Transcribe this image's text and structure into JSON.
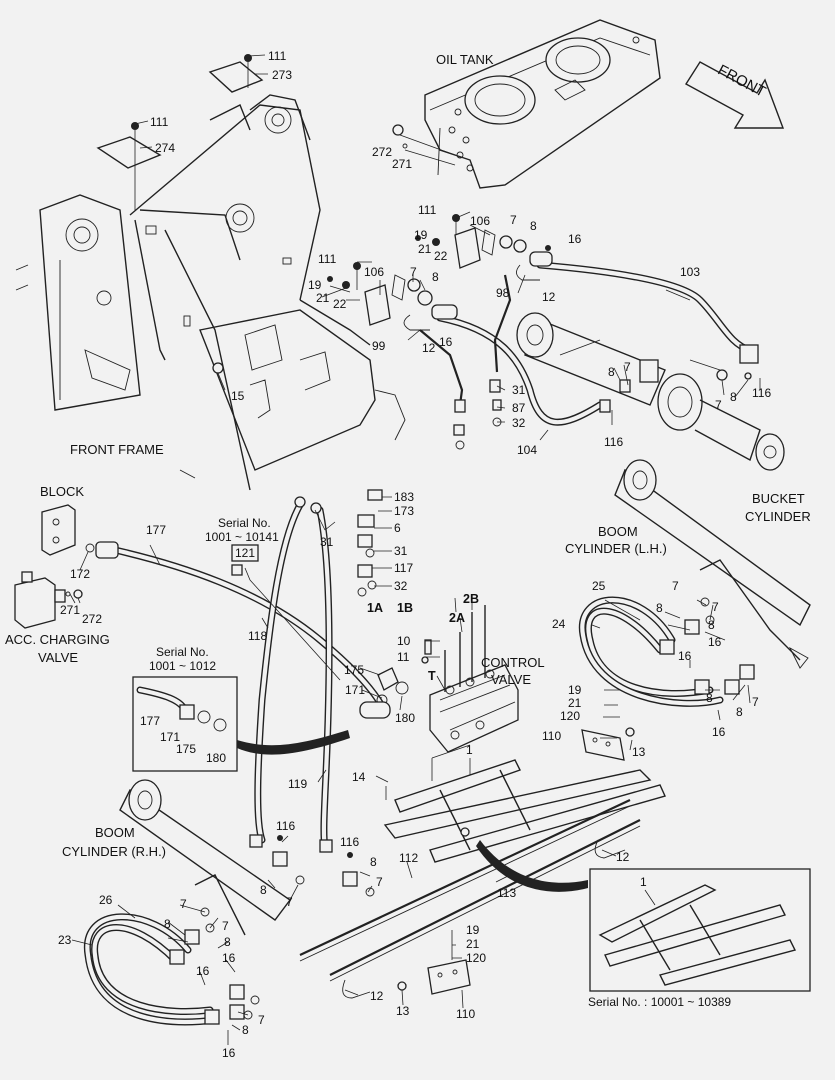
{
  "labels": {
    "oil_tank": "OIL TANK",
    "front": "FRONT",
    "front_frame": "FRONT FRAME",
    "block": "BLOCK",
    "acc_charging_valve_1": "ACC. CHARGING",
    "acc_charging_valve_2": "VALVE",
    "control_valve_1": "CONTROL",
    "control_valve_2": "VALVE",
    "bucket_cylinder_1": "BUCKET",
    "bucket_cylinder_2": "CYLINDER",
    "boom_lh_1": "BOOM",
    "boom_lh_2": "CYLINDER (L.H.)",
    "boom_rh_1": "BOOM",
    "boom_rh_2": "CYLINDER (R.H.)",
    "serial_a_1": "Serial No.",
    "serial_a_2": "1001 ~ 10141",
    "serial_b_1": "Serial No.",
    "serial_b_2": "1001 ~ 1012",
    "serial_c": "Serial No. : 10001 ~ 10389"
  },
  "ports": [
    "1A",
    "1B",
    "2A",
    "2B",
    "T"
  ],
  "part_numbers": {
    "p111a": "111",
    "p273": "273",
    "p111b": "111",
    "p274": "274",
    "p272a": "272",
    "p271a": "271",
    "p111c": "111",
    "p106a": "106",
    "p7a": "7",
    "p8a": "8",
    "p16a": "16",
    "p19a": "19",
    "p21a": "21",
    "p22a": "22",
    "p103": "103",
    "p98": "98",
    "p12a": "12",
    "p111d": "111",
    "p19b": "19",
    "p21b": "21",
    "p22b": "22",
    "p106b": "106",
    "p7b": "7",
    "p8b": "8",
    "p12b": "12",
    "p16b": "16",
    "p99": "99",
    "p31a": "31",
    "p87": "87",
    "p32a": "32",
    "p104": "104",
    "p116a": "116",
    "p7c": "7",
    "p8c": "8",
    "p7d": "7",
    "p8d": "8",
    "p116b": "116",
    "p15": "15",
    "p183": "183",
    "p173": "173",
    "p6": "6",
    "p31b": "31",
    "p117": "117",
    "p32b": "32",
    "p31c": "31",
    "p177a": "177",
    "p172": "172",
    "p272b": "272",
    "p271b": "271",
    "p121": "121",
    "p118": "118",
    "p10": "10",
    "p11": "11",
    "p175a": "175",
    "p171a": "171",
    "p180a": "180",
    "p177b": "177",
    "p171b": "171",
    "p175b": "175",
    "p180b": "180",
    "p25": "25",
    "p24": "24",
    "p7e": "7",
    "p7f": "7",
    "p8e": "8",
    "p8f": "8",
    "p16c": "16",
    "p16d": "16",
    "p7g": "7",
    "p8g": "8",
    "p8h": "8",
    "p16e": "16",
    "p19c": "19",
    "p21c": "21",
    "p120a": "120",
    "p110a": "110",
    "p13a": "13",
    "p1a": "1",
    "p14": "14",
    "p119": "119",
    "p12c": "12",
    "p116c": "116",
    "p116d": "116",
    "p8i": "8",
    "p7h": "7",
    "p8j": "8",
    "p7i": "7",
    "p112": "112",
    "p113": "113",
    "p26": "26",
    "p23": "23",
    "p7j": "7",
    "p7k": "7",
    "p8k": "8",
    "p8l": "8",
    "p16f": "16",
    "p16g": "16",
    "p7l": "7",
    "p8m": "8",
    "p16h": "16",
    "p19d": "19",
    "p21d": "21",
    "p120b": "120",
    "p12d": "12",
    "p13b": "13",
    "p110b": "110",
    "p1b": "1"
  }
}
